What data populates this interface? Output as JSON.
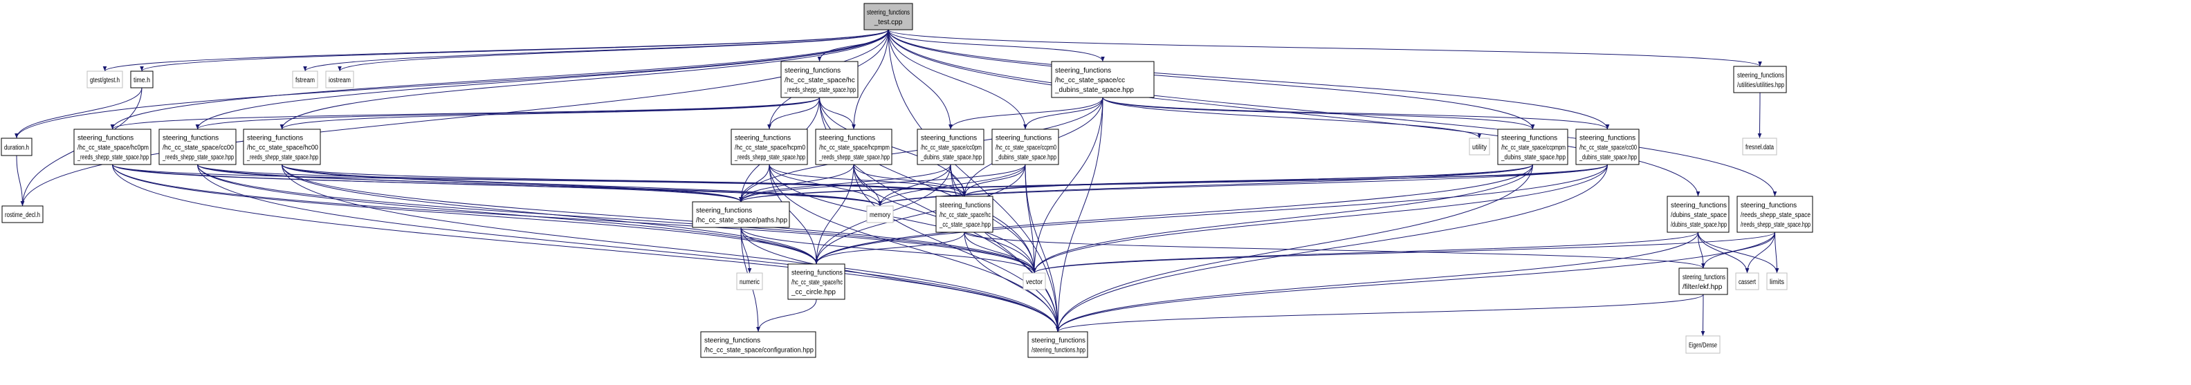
{
  "colors": {
    "edge": "#191970",
    "root_fill": "#bfbfbf",
    "node_border": "#000000",
    "external_border": "#bfbfbf"
  },
  "nodes": [
    {
      "id": "root",
      "kind": "root",
      "lines": [
        "steering_functions",
        "_test.cpp"
      ]
    },
    {
      "id": "gtest",
      "kind": "external",
      "lines": [
        "gtest/gtest.h"
      ]
    },
    {
      "id": "time",
      "kind": "normal",
      "lines": [
        "time.h"
      ]
    },
    {
      "id": "fstream",
      "kind": "external",
      "lines": [
        "fstream"
      ]
    },
    {
      "id": "iostream",
      "kind": "external",
      "lines": [
        "iostream"
      ]
    },
    {
      "id": "duration",
      "kind": "normal",
      "lines": [
        "duration.h"
      ]
    },
    {
      "id": "rostime",
      "kind": "normal",
      "lines": [
        "rostime_decl.h"
      ]
    },
    {
      "id": "hc_rs",
      "kind": "normal",
      "lines": [
        "steering_functions",
        "/hc_cc_state_space/hc",
        "_reeds_shepp_state_space.hpp"
      ]
    },
    {
      "id": "hc0pm_rs",
      "kind": "normal",
      "lines": [
        "steering_functions",
        "/hc_cc_state_space/hc0pm",
        "_reeds_shepp_state_space.hpp"
      ]
    },
    {
      "id": "cc00_rs",
      "kind": "normal",
      "lines": [
        "steering_functions",
        "/hc_cc_state_space/cc00",
        "_reeds_shepp_state_space.hpp"
      ]
    },
    {
      "id": "hc00_rs",
      "kind": "normal",
      "lines": [
        "steering_functions",
        "/hc_cc_state_space/hc00",
        "_reeds_shepp_state_space.hpp"
      ]
    },
    {
      "id": "hcpm0_rs",
      "kind": "normal",
      "lines": [
        "steering_functions",
        "/hc_cc_state_space/hcpm0",
        "_reeds_shepp_state_space.hpp"
      ]
    },
    {
      "id": "hcpmpm_rs",
      "kind": "normal",
      "lines": [
        "steering_functions",
        "/hc_cc_state_space/hcpmpm",
        "_reeds_shepp_state_space.hpp"
      ]
    },
    {
      "id": "cc_d",
      "kind": "normal",
      "lines": [
        "steering_functions",
        "/hc_cc_state_space/cc",
        "_dubins_state_space.hpp"
      ]
    },
    {
      "id": "cc0pm_d",
      "kind": "normal",
      "lines": [
        "steering_functions",
        "/hc_cc_state_space/cc0pm",
        "_dubins_state_space.hpp"
      ]
    },
    {
      "id": "ccpm0_d",
      "kind": "normal",
      "lines": [
        "steering_functions",
        "/hc_cc_state_space/ccpm0",
        "_dubins_state_space.hpp"
      ]
    },
    {
      "id": "ccpmpm_d",
      "kind": "normal",
      "lines": [
        "steering_functions",
        "/hc_cc_state_space/ccpmpm",
        "_dubins_state_space.hpp"
      ]
    },
    {
      "id": "cc00_d",
      "kind": "normal",
      "lines": [
        "steering_functions",
        "/hc_cc_state_space/cc00",
        "_dubins_state_space.hpp"
      ]
    },
    {
      "id": "utility",
      "kind": "external",
      "lines": [
        "utility"
      ]
    },
    {
      "id": "paths",
      "kind": "normal",
      "lines": [
        "steering_functions",
        "/hc_cc_state_space/paths.hpp"
      ]
    },
    {
      "id": "memory",
      "kind": "external",
      "lines": [
        "memory"
      ]
    },
    {
      "id": "hcss",
      "kind": "normal",
      "lines": [
        "steering_functions",
        "/hc_cc_state_space/hc",
        "_cc_state_space.hpp"
      ]
    },
    {
      "id": "numeric",
      "kind": "external",
      "lines": [
        "numeric"
      ]
    },
    {
      "id": "circle",
      "kind": "normal",
      "lines": [
        "steering_functions",
        "/hc_cc_state_space/hc",
        "_cc_circle.hpp"
      ]
    },
    {
      "id": "vector",
      "kind": "external",
      "lines": [
        "vector"
      ]
    },
    {
      "id": "config",
      "kind": "normal",
      "lines": [
        "steering_functions",
        "/hc_cc_state_space/configuration.hpp"
      ]
    },
    {
      "id": "sf",
      "kind": "normal",
      "lines": [
        "steering_functions",
        "/steering_functions.hpp"
      ]
    },
    {
      "id": "utilities",
      "kind": "normal",
      "lines": [
        "steering_functions",
        "/utilities/utilities.hpp"
      ]
    },
    {
      "id": "fresnel",
      "kind": "external",
      "lines": [
        "fresnel.data"
      ]
    },
    {
      "id": "dubins",
      "kind": "normal",
      "lines": [
        "steering_functions",
        "/dubins_state_space",
        "/dubins_state_space.hpp"
      ]
    },
    {
      "id": "rs",
      "kind": "normal",
      "lines": [
        "steering_functions",
        "/reeds_shepp_state_space",
        "/reeds_shepp_state_space.hpp"
      ]
    },
    {
      "id": "ekf",
      "kind": "normal",
      "lines": [
        "steering_functions",
        "/filter/ekf.hpp"
      ]
    },
    {
      "id": "cassert",
      "kind": "external",
      "lines": [
        "cassert"
      ]
    },
    {
      "id": "limits",
      "kind": "external",
      "lines": [
        "limits"
      ]
    },
    {
      "id": "eigen",
      "kind": "external",
      "lines": [
        "Eigen/Dense"
      ]
    }
  ],
  "edges": [
    [
      "root",
      "gtest"
    ],
    [
      "root",
      "time"
    ],
    [
      "root",
      "fstream"
    ],
    [
      "root",
      "iostream"
    ],
    [
      "root",
      "hc_rs"
    ],
    [
      "root",
      "hc0pm_rs"
    ],
    [
      "root",
      "cc00_rs"
    ],
    [
      "root",
      "hc00_rs"
    ],
    [
      "root",
      "hcpm0_rs"
    ],
    [
      "root",
      "hcpmpm_rs"
    ],
    [
      "root",
      "cc_d"
    ],
    [
      "root",
      "cc0pm_d"
    ],
    [
      "root",
      "ccpm0_d"
    ],
    [
      "root",
      "ccpmpm_d"
    ],
    [
      "root",
      "cc00_d"
    ],
    [
      "root",
      "dubins"
    ],
    [
      "root",
      "rs"
    ],
    [
      "root",
      "utilities"
    ],
    [
      "root",
      "sf"
    ],
    [
      "root",
      "rostime"
    ],
    [
      "root",
      "duration"
    ],
    [
      "time",
      "duration"
    ],
    [
      "time",
      "rostime"
    ],
    [
      "duration",
      "rostime"
    ],
    [
      "hc_rs",
      "hc0pm_rs"
    ],
    [
      "hc_rs",
      "cc00_rs"
    ],
    [
      "hc_rs",
      "hc00_rs"
    ],
    [
      "hc_rs",
      "hcpm0_rs"
    ],
    [
      "hc_rs",
      "hcpmpm_rs"
    ],
    [
      "hc_rs",
      "paths"
    ],
    [
      "hc_rs",
      "hcss"
    ],
    [
      "hc_rs",
      "vector"
    ],
    [
      "hc_rs",
      "sf"
    ],
    [
      "hc0pm_rs",
      "paths"
    ],
    [
      "hc0pm_rs",
      "hcss"
    ],
    [
      "hc0pm_rs",
      "circle"
    ],
    [
      "hc0pm_rs",
      "memory"
    ],
    [
      "hc0pm_rs",
      "vector"
    ],
    [
      "hc0pm_rs",
      "sf"
    ],
    [
      "cc00_rs",
      "paths"
    ],
    [
      "cc00_rs",
      "hcss"
    ],
    [
      "cc00_rs",
      "circle"
    ],
    [
      "cc00_rs",
      "memory"
    ],
    [
      "cc00_rs",
      "vector"
    ],
    [
      "cc00_rs",
      "sf"
    ],
    [
      "hc00_rs",
      "paths"
    ],
    [
      "hc00_rs",
      "hcss"
    ],
    [
      "hc00_rs",
      "circle"
    ],
    [
      "hc00_rs",
      "memory"
    ],
    [
      "hc00_rs",
      "vector"
    ],
    [
      "hc00_rs",
      "sf"
    ],
    [
      "hcpm0_rs",
      "paths"
    ],
    [
      "hcpm0_rs",
      "hcss"
    ],
    [
      "hcpm0_rs",
      "circle"
    ],
    [
      "hcpm0_rs",
      "memory"
    ],
    [
      "hcpm0_rs",
      "vector"
    ],
    [
      "hcpm0_rs",
      "sf"
    ],
    [
      "hcpmpm_rs",
      "paths"
    ],
    [
      "hcpmpm_rs",
      "hcss"
    ],
    [
      "hcpmpm_rs",
      "circle"
    ],
    [
      "hcpmpm_rs",
      "memory"
    ],
    [
      "hcpmpm_rs",
      "vector"
    ],
    [
      "hcpmpm_rs",
      "sf"
    ],
    [
      "cc_d",
      "cc0pm_d"
    ],
    [
      "cc_d",
      "ccpm0_d"
    ],
    [
      "cc_d",
      "ccpmpm_d"
    ],
    [
      "cc_d",
      "cc00_d"
    ],
    [
      "cc_d",
      "utility"
    ],
    [
      "cc_d",
      "paths"
    ],
    [
      "cc_d",
      "hcss"
    ],
    [
      "cc_d",
      "vector"
    ],
    [
      "cc_d",
      "sf"
    ],
    [
      "cc0pm_d",
      "paths"
    ],
    [
      "cc0pm_d",
      "hcss"
    ],
    [
      "cc0pm_d",
      "circle"
    ],
    [
      "cc0pm_d",
      "memory"
    ],
    [
      "cc0pm_d",
      "vector"
    ],
    [
      "cc0pm_d",
      "sf"
    ],
    [
      "ccpm0_d",
      "paths"
    ],
    [
      "ccpm0_d",
      "hcss"
    ],
    [
      "ccpm0_d",
      "circle"
    ],
    [
      "ccpm0_d",
      "memory"
    ],
    [
      "ccpm0_d",
      "vector"
    ],
    [
      "ccpm0_d",
      "sf"
    ],
    [
      "ccpmpm_d",
      "paths"
    ],
    [
      "ccpmpm_d",
      "hcss"
    ],
    [
      "ccpmpm_d",
      "circle"
    ],
    [
      "ccpmpm_d",
      "memory"
    ],
    [
      "ccpmpm_d",
      "vector"
    ],
    [
      "ccpmpm_d",
      "sf"
    ],
    [
      "cc00_d",
      "paths"
    ],
    [
      "cc00_d",
      "hcss"
    ],
    [
      "cc00_d",
      "circle"
    ],
    [
      "cc00_d",
      "memory"
    ],
    [
      "cc00_d",
      "vector"
    ],
    [
      "cc00_d",
      "sf"
    ],
    [
      "paths",
      "numeric"
    ],
    [
      "paths",
      "circle"
    ],
    [
      "paths",
      "config"
    ],
    [
      "paths",
      "vector"
    ],
    [
      "paths",
      "sf"
    ],
    [
      "hcss",
      "circle"
    ],
    [
      "hcss",
      "ekf"
    ],
    [
      "hcss",
      "vector"
    ],
    [
      "hcss",
      "sf"
    ],
    [
      "circle",
      "config"
    ],
    [
      "dubins",
      "ekf"
    ],
    [
      "dubins",
      "cassert"
    ],
    [
      "dubins",
      "limits"
    ],
    [
      "dubins",
      "vector"
    ],
    [
      "dubins",
      "sf"
    ],
    [
      "rs",
      "ekf"
    ],
    [
      "rs",
      "cassert"
    ],
    [
      "rs",
      "limits"
    ],
    [
      "rs",
      "vector"
    ],
    [
      "rs",
      "sf"
    ],
    [
      "ekf",
      "eigen"
    ],
    [
      "ekf",
      "sf"
    ],
    [
      "utilities",
      "fresnel"
    ]
  ]
}
